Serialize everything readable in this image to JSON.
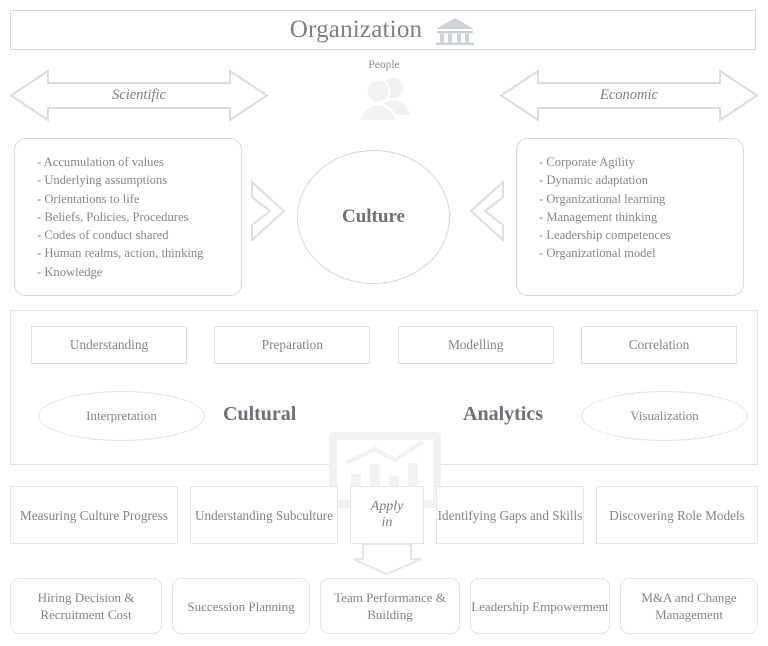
{
  "header": {
    "title": "Organization",
    "icon": "bank-building-icon"
  },
  "arrows": {
    "left_label": "Scientific",
    "right_label": "Economic"
  },
  "people": {
    "label": "People",
    "icon": "people-group-icon"
  },
  "center": {
    "circle_label": "Culture",
    "chevron_left_icon": "chevron-right-icon",
    "chevron_right_icon": "chevron-left-icon"
  },
  "left_panel": {
    "items": [
      "- Accumulation of values",
      "- Underlying assumptions",
      "- Orientations to life",
      "- Beliefs, Policies, Procedures",
      "- Codes of conduct shared",
      "- Human realms, action, thinking",
      "- Knowledge"
    ]
  },
  "right_panel": {
    "items": [
      "- Corporate Agility",
      "- Dynamic adaptation",
      "- Organizational learning",
      "- Management thinking",
      "- Leadership competences",
      "- Organizational model"
    ]
  },
  "analytics_band": {
    "top_boxes": [
      "Understanding",
      "Preparation",
      "Modelling",
      "Correlation"
    ],
    "ellipse_left": "Interpretation",
    "ellipse_right": "Visualization",
    "word_left": "Cultural",
    "word_right": "Analytics",
    "monitor_icon": "monitor-bar-chart-icon"
  },
  "row_apply": {
    "boxes": [
      "Measuring Culture Progress",
      "Understanding Subculture",
      "Identifying Gaps and Skills",
      "Discovering Role Models"
    ],
    "apply_line1": "Apply",
    "apply_line2": "in",
    "down_arrow_icon": "arrow-down-icon"
  },
  "row_outcomes": {
    "boxes": [
      "Hiring Decision & Recruitment Cost",
      "Succession Planning",
      "Team Performance & Building",
      "Leadership Empowerment",
      "M&A and Change Management"
    ]
  },
  "colors": {
    "outline": "#d8d8dc",
    "text": "#83838c",
    "heading": "#6f6f7a",
    "icon_fill": "#e9ebec",
    "background": "#ffffff"
  }
}
